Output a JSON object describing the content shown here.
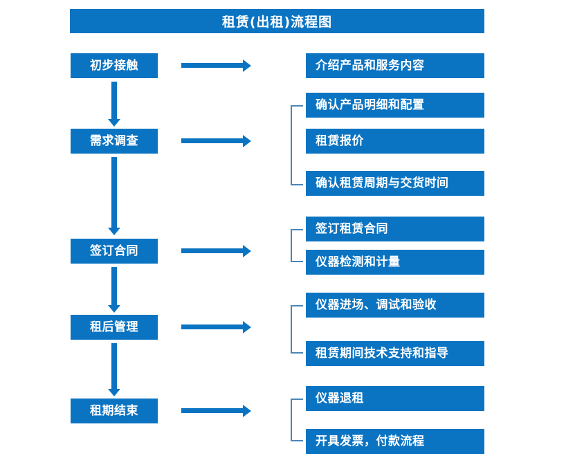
{
  "diagram": {
    "title": "租赁(出租)流程图",
    "accent_color": "#0b74c2",
    "bracket_color": "#4a86b8",
    "text_color": "#ffffff"
  },
  "stages": [
    {
      "label": "初步接触"
    },
    {
      "label": "需求调查"
    },
    {
      "label": "签订合同"
    },
    {
      "label": "租后管理"
    },
    {
      "label": "租期结束"
    }
  ],
  "details": [
    {
      "label": "介绍产品和服务内容"
    },
    {
      "label": "确认产品明细和配置"
    },
    {
      "label": "租赁报价"
    },
    {
      "label": "确认租赁周期与交货时间"
    },
    {
      "label": "签订租赁合同"
    },
    {
      "label": "仪器检测和计量"
    },
    {
      "label": "仪器进场、调试和验收"
    },
    {
      "label": "租赁期间技术支持和指导"
    },
    {
      "label": "仪器退租"
    },
    {
      "label": "开具发票，付款流程"
    }
  ]
}
